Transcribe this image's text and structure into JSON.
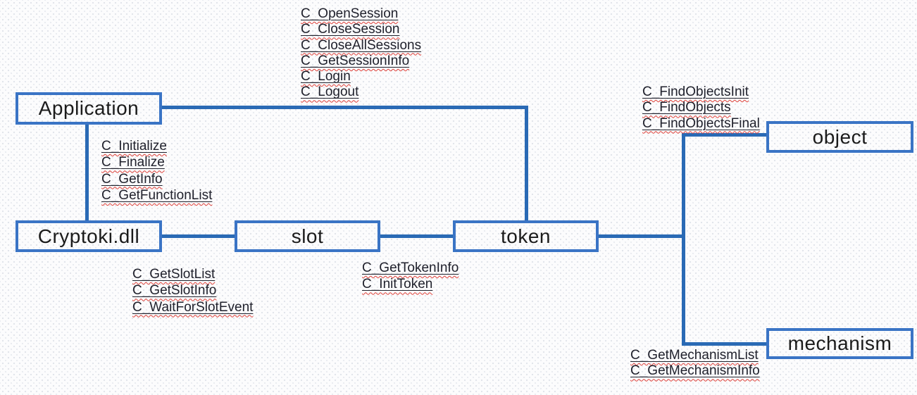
{
  "colors": {
    "connector": "#2a6ab5",
    "box_border": "#3a74c5",
    "title_text": "#1b1b1b",
    "fn_text": "#20212c",
    "squiggle": "#e04038"
  },
  "boxes": {
    "application": {
      "label": "Application"
    },
    "cryptoki": {
      "label": "Cryptoki.dll"
    },
    "slot": {
      "label": "slot"
    },
    "token": {
      "label": "token"
    },
    "object": {
      "label": "object"
    },
    "mechanism": {
      "label": "mechanism"
    }
  },
  "function_groups": {
    "session": {
      "items": [
        "C_OpenSession",
        "C_CloseSession",
        "C_CloseAllSessions",
        "C_GetSessionInfo",
        "C_Login",
        "C_Logout"
      ]
    },
    "general": {
      "items": [
        "C_Initialize",
        "C_Finalize",
        "C_GetInfo",
        "C_GetFunctionList"
      ]
    },
    "slot": {
      "items": [
        "C_GetSlotList",
        "C_GetSlotInfo",
        "C_WaitForSlotEvent"
      ]
    },
    "token": {
      "items": [
        "C_GetTokenInfo",
        "C_InitToken"
      ]
    },
    "object": {
      "items": [
        "C_FindObjectsInit",
        "C_FindObjects",
        "C_FindObjectsFinal"
      ]
    },
    "mechanism": {
      "items": [
        "C_GetMechanismList",
        "C_GetMechanismInfo"
      ]
    }
  }
}
